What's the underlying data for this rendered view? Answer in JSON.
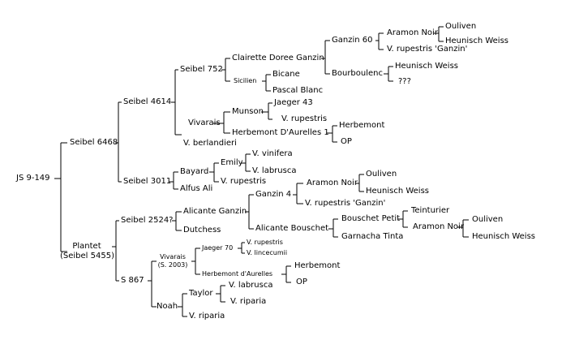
{
  "nodes": {
    "js": "JS 9-149",
    "seibel6468": "Seibel 6468",
    "plantet": "Plantet",
    "plantet_sub": "(Seibel 5455)",
    "seibel4614": "Seibel 4614",
    "seibel3011": "Seibel 3011",
    "seibel752": "Seibel 752",
    "vberlandieri": "V. berlandieri",
    "clairette": "Clairette Doree Ganzin",
    "sicilien": "Sicilien",
    "vivarais_a": "Vivarais",
    "munson": "Munson",
    "herbemontAurelles": "Herbemont D'Aurelles 1",
    "ganzin60": "Ganzin 60",
    "bourboulenc": "Bourboulenc",
    "bicane": "Bicane",
    "pascalBlanc": "Pascal Blanc",
    "jaeger43": "Jaeger 43",
    "vrupestris_a": "V. rupestris",
    "herbemont_a": "Herbemont",
    "op_a": "OP",
    "aramonNoir_a": "Aramon Noir",
    "vrupestrisGanzin_a": "V. rupestris 'Ganzin'",
    "heunischWeiss_b": "Heunisch Weiss",
    "qqq": "???",
    "ouliven_a": "Ouliven",
    "heunischWeiss_a": "Heunisch Weiss",
    "bayard": "Bayard",
    "alfusAli": "Alfus Ali",
    "emily": "Emily",
    "vrupestris_b": "V. rupestris",
    "vvinifera": "V. vinifera",
    "vlabrusca_a": "V. labrusca",
    "seibel2524": "Seibel 2524?",
    "s867": "S 867",
    "alicanteGanzin": "Alicante Ganzin",
    "dutchess": "Dutchess",
    "ganzin4": "Ganzin 4",
    "alicanteBouschet": "Alicante Bouschet",
    "aramonNoir_b": "Aramon Noir",
    "vrupestrisGanzin_b": "V. rupestris 'Ganzin'",
    "ouliven_b": "Ouliven",
    "heunischWeiss_c": "Heunisch Weiss",
    "bouschetPetit": "Bouschet Petit",
    "garnachaTinta": "Garnacha Tinta",
    "teinturier": "Teinturier",
    "aramonNoir_c": "Aramon Noir",
    "ouliven_c": "Ouliven",
    "heunischWeiss_d": "Heunisch Weiss",
    "vivarais_b": "Vivarais",
    "vivarais_b_sub": "(S. 2003)",
    "noah": "Noah",
    "jaeger70": "Jaeger 70",
    "herbemontAurelles_b": "Herbemont d'Aurelles",
    "vrupestris_c": "V. rupestris",
    "vlincecumii": "V. lincecumii",
    "herbemont_b": "Herbemont",
    "op_b": "OP",
    "taylor": "Taylor",
    "vriparia_b": "V. riparia",
    "vlabrusca_b": "V. labrusca",
    "vriparia_a": "V. riparia"
  }
}
